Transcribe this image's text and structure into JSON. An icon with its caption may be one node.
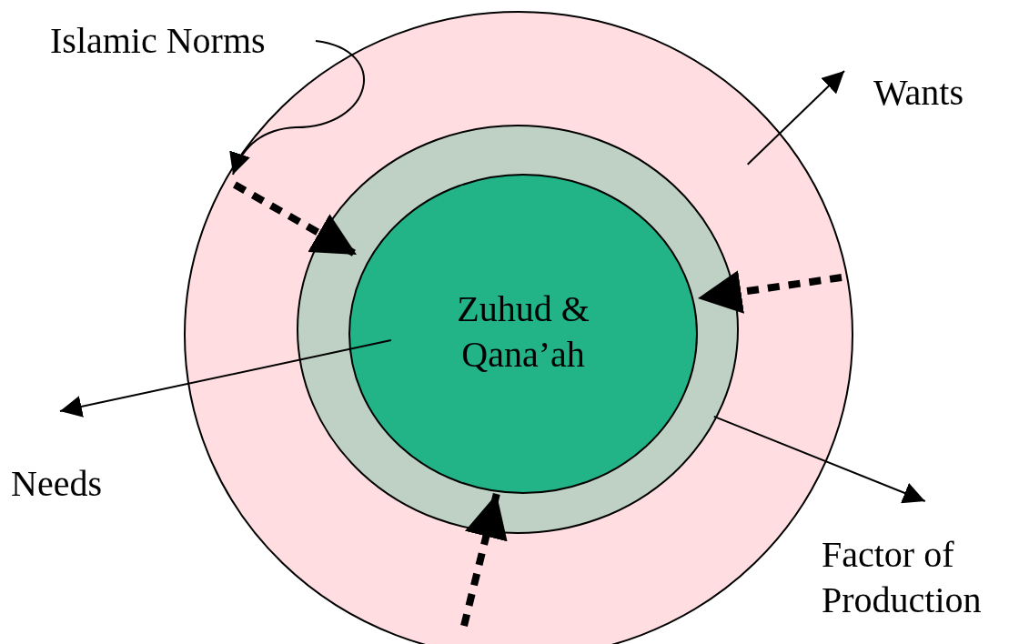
{
  "diagram": {
    "nodes": [
      {
        "text": [],
        "shape": "circle"
      },
      {
        "text": [],
        "shape": "circle",
        "in": 0
      },
      {
        "text": [
          "Zuhud & Qana’ah"
        ],
        "in": 1
      },
      {
        "text": [
          "Islamic Norms"
        ]
      },
      {
        "text": [
          "Wants"
        ]
      },
      {
        "text": [
          "Needs"
        ]
      },
      {
        "text": [
          "Factor of Production"
        ]
      }
    ],
    "edges": [
      {
        "from": 3,
        "to": 0,
        "arrow": "to"
      },
      {
        "from": null,
        "to": 2,
        "arrow": "to",
        "style": "dashed"
      },
      {
        "from": null,
        "to": 2,
        "arrow": "to",
        "style": "dashed"
      },
      {
        "from": null,
        "to": 2,
        "arrow": "to",
        "style": "dashed"
      },
      {
        "from": 0,
        "to": 4,
        "arrow": "to"
      },
      {
        "from": 2,
        "to": 5,
        "arrow": "to"
      },
      {
        "from": 1,
        "to": 6,
        "arrow": "to"
      }
    ]
  }
}
